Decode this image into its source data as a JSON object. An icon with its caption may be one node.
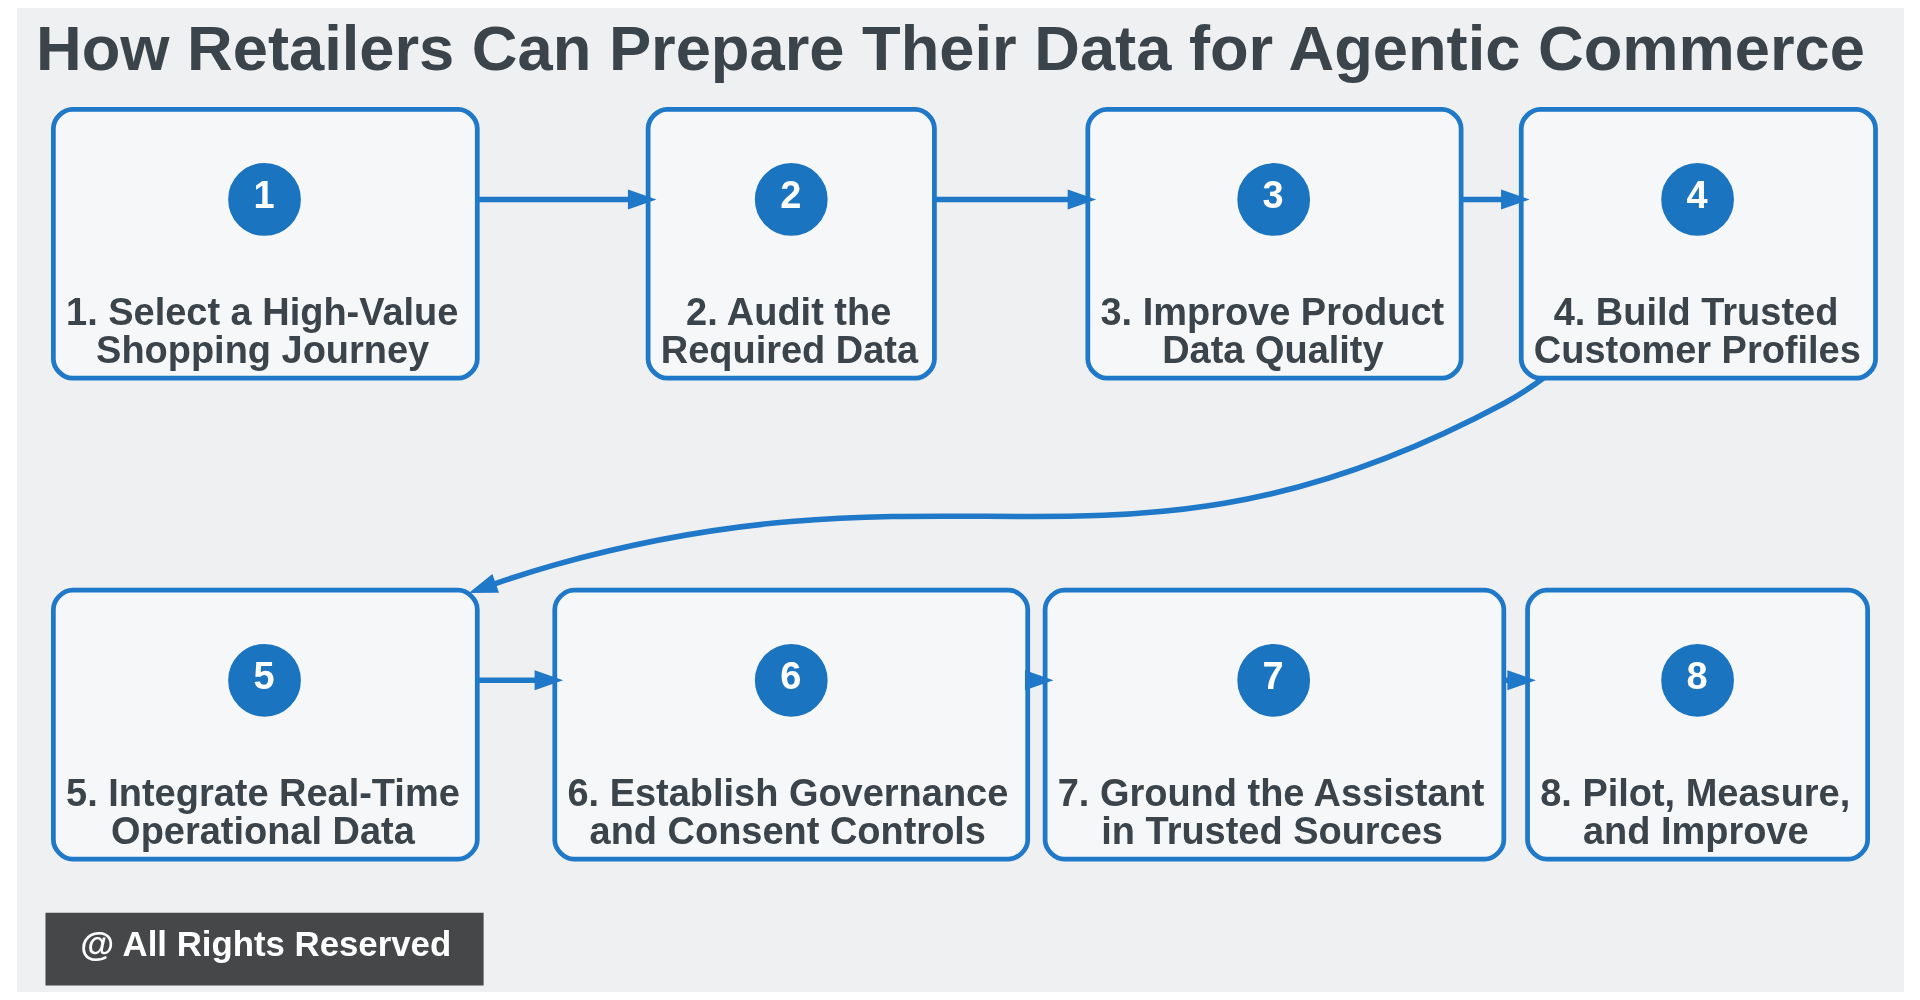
{
  "diagram": {
    "title": "How Retailers Can Prepare Their Data for Agentic Commerce",
    "nodes": [
      {
        "text": [
          "1. Select a High-Value Shopping Journey"
        ]
      },
      {
        "text": [
          "1"
        ],
        "in": 0
      },
      {
        "text": [
          "2. Audit the Required Data"
        ]
      },
      {
        "text": [
          "2"
        ],
        "in": 2
      },
      {
        "text": [
          "3. Improve Product Data Quality"
        ]
      },
      {
        "text": [
          "3"
        ],
        "in": 4
      },
      {
        "text": [
          "4. Build Trusted Customer Profiles"
        ]
      },
      {
        "text": [
          "4"
        ],
        "in": 6
      },
      {
        "text": [
          "5. Integrate Real-Time Operational Data"
        ]
      },
      {
        "text": [
          "5"
        ],
        "in": 8
      },
      {
        "text": [
          "6. Establish Governance and Consent Controls"
        ]
      },
      {
        "text": [
          "6"
        ],
        "in": 10
      },
      {
        "text": [
          "7. Ground the Assistant in Trusted Sources"
        ]
      },
      {
        "text": [
          "7"
        ],
        "in": 12
      },
      {
        "text": [
          "8. Pilot, Measure, and Improve"
        ]
      },
      {
        "text": [
          "8"
        ],
        "in": 14
      }
    ],
    "edges": [
      {
        "from": 0,
        "to": 2,
        "arrow": "to"
      },
      {
        "from": 2,
        "to": 4,
        "arrow": "to"
      },
      {
        "from": 4,
        "to": 6,
        "arrow": "to"
      },
      {
        "from": 6,
        "to": 8,
        "arrow": "to"
      },
      {
        "from": 8,
        "to": 10,
        "arrow": "to"
      },
      {
        "from": 10,
        "to": 12,
        "arrow": "to"
      },
      {
        "from": 12,
        "to": 14,
        "arrow": "to"
      }
    ],
    "labels": [
      "@ All Rights Reserved"
    ]
  }
}
